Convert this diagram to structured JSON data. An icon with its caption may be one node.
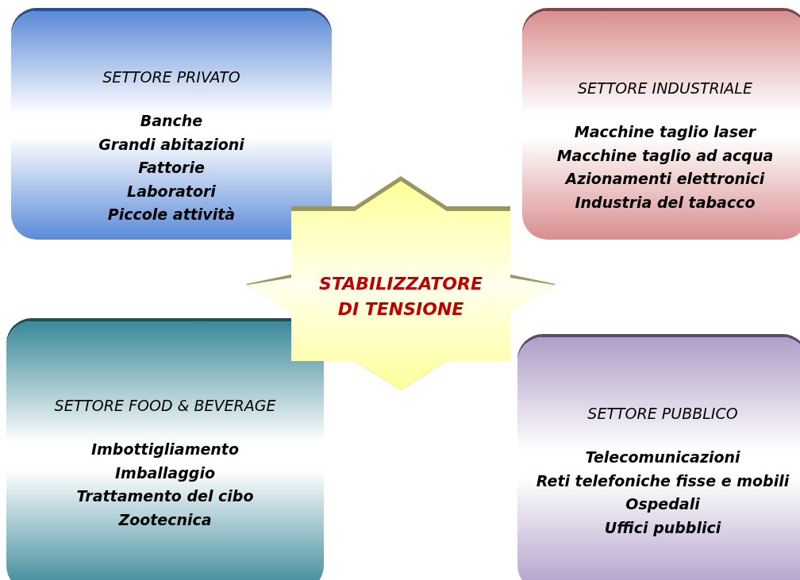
{
  "diagram": {
    "nodes": [
      {
        "text": [
          "SETTORE PRIVATO",
          "Banche",
          "Grandi abitazioni",
          "Fattorie",
          "Laboratori",
          "Piccole attività"
        ]
      },
      {
        "text": [
          "SETTORE INDUSTRIALE",
          "Macchine taglio laser",
          "Macchine taglio ad acqua",
          "Azionamenti elettronici",
          "Industria del tabacco"
        ]
      },
      {
        "text": [
          "SETTORE FOOD & BEVERAGE",
          "Imbottigliamento",
          "Imballaggio",
          "Trattamento del cibo",
          "Zootecnica"
        ]
      },
      {
        "text": [
          "SETTORE PUBBLICO",
          "Telecomunicazioni",
          "Reti telefoniche fisse e mobili",
          "Ospedali",
          "Uffici pubblici"
        ]
      },
      {
        "text": [
          "STABILIZZATORE DI TENSIONE"
        ]
      }
    ],
    "edges": []
  }
}
